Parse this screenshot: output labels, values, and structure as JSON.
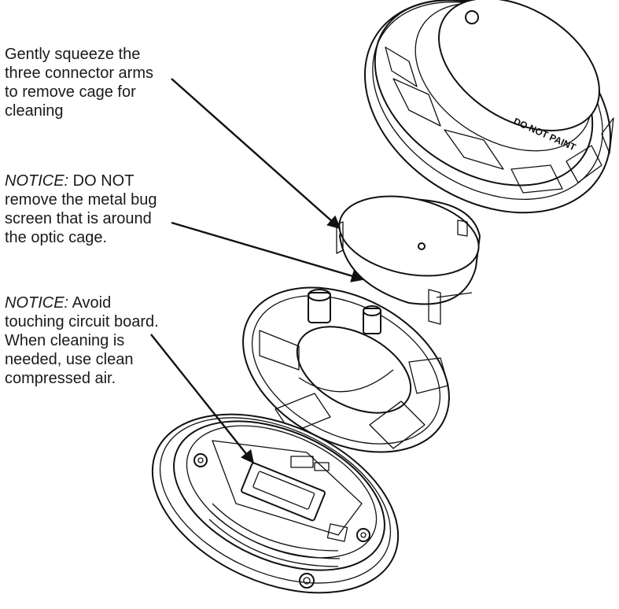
{
  "callouts": [
    {
      "lead": "",
      "text": "Gently squeeze the three connector arms to remove cage for cleaning"
    },
    {
      "lead": "NOTICE:",
      "text": " DO NOT remove the metal bug screen that is around the optic cage."
    },
    {
      "lead": "NOTICE:",
      "text": " Avoid touching circuit board. When cleaning is needed, use clean compressed air."
    }
  ],
  "cover_label": "DO NOT PAINT",
  "colors": {
    "line": "#111111",
    "background": "#ffffff"
  }
}
